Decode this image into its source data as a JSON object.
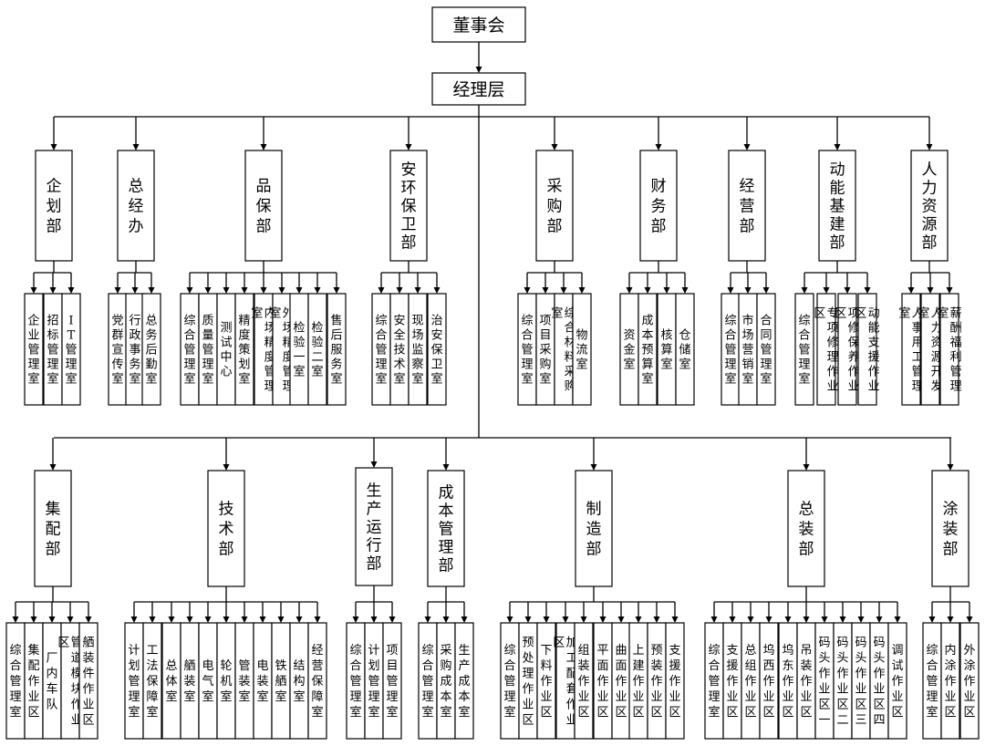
{
  "nodes": {
    "board": "董事会",
    "mgmt": "经理层",
    "d1": "企划部",
    "d1c1": "企业管理室",
    "d1c2": "招标管理室",
    "d1c3": "IT管理室",
    "d2": "总经办",
    "d2c1": "党群宣传室",
    "d2c2": "行政事务室",
    "d2c3": "总务后勤室",
    "d3": "品保部",
    "d3c1": "综合管理室",
    "d3c2": "质量管理室",
    "d3c3": "测试中心",
    "d3c4": "精度策划室",
    "d3c5": "内场精度管理室",
    "d3c6": "外场精度管理室",
    "d3c7": "检验一室",
    "d3c8": "检验二室",
    "d3c9": "售后服务室",
    "d4": "安环保卫部",
    "d4c1": "综合管理室",
    "d4c2": "安全技术室",
    "d4c3": "现场监察室",
    "d4c4": "治安保卫室",
    "d5": "采购部",
    "d5c1": "综合管理室",
    "d5c2": "项目采购室",
    "d5c3": "综合材料采购室",
    "d5c4": "物流室",
    "d6": "财务部",
    "d6c1": "资金室",
    "d6c2": "成本预算室",
    "d6c3": "核算室",
    "d6c4": "仓储室",
    "d7": "经营部",
    "d7c1": "综合管理室",
    "d7c2": "市场营销室",
    "d7c3": "合同管理室",
    "d8": "动能基建部",
    "d8c1": "综合管理室",
    "d8c2": "专项修理作业区",
    "d8c3": "项修保养作业区",
    "d8c4": "动能支援作业区",
    "d9": "人力资源部",
    "d9c1": "人事用工管理室",
    "d9c2": "人力资源开发室",
    "d9c3": "薪酬福利管理室",
    "e1": "集配部",
    "e1c1": "综合管理室",
    "e1c2": "集配作业区",
    "e1c3": "厂内车队",
    "e1c4": "管道模块作业区",
    "e1c5": "舾装件作业区",
    "e2": "技术部",
    "e2c1": "计划管理室",
    "e2c2": "工法保障室",
    "e2c3": "总体室",
    "e2c4": "舾装室",
    "e2c5": "电气室",
    "e2c6": "轮机室",
    "e2c7": "管装室",
    "e2c8": "电装室",
    "e2c9": "铁舾室",
    "e2c10": "结构室",
    "e2c11": "经营保障室",
    "e3": "生产运行部",
    "e3c1": "综合管理室",
    "e3c2": "计划管理室",
    "e3c3": "项目管理室",
    "e4": "成本管理部",
    "e4c1": "综合管理室",
    "e4c2": "采购成本室",
    "e4c3": "生产成本室",
    "e5": "制造部",
    "e5c1": "综合管理室",
    "e5c2": "预处理作业区",
    "e5c3": "下料作业区",
    "e5c4": "加工配套作业区",
    "e5c5": "组装作业区",
    "e5c6": "平面作业区",
    "e5c7": "曲面作业区",
    "e5c8": "上建作业区",
    "e5c9": "预装作业区",
    "e5c10": "支援作业区",
    "e6": "总装部",
    "e6c1": "综合管理室",
    "e6c2": "支援作业区",
    "e6c3": "总组作业区",
    "e6c4": "坞西作业区",
    "e6c5": "坞东作业区",
    "e6c6": "吊装作业区",
    "e6c7": "码头作业区一",
    "e6c8": "码头作业区二",
    "e6c9": "码头作业区三",
    "e6c10": "码头作业区四",
    "e6c11": "调试作业区",
    "e7": "涂装部",
    "e7c1": "综合管理室",
    "e7c2": "内涂作业区",
    "e7c3": "外涂作业区"
  }
}
